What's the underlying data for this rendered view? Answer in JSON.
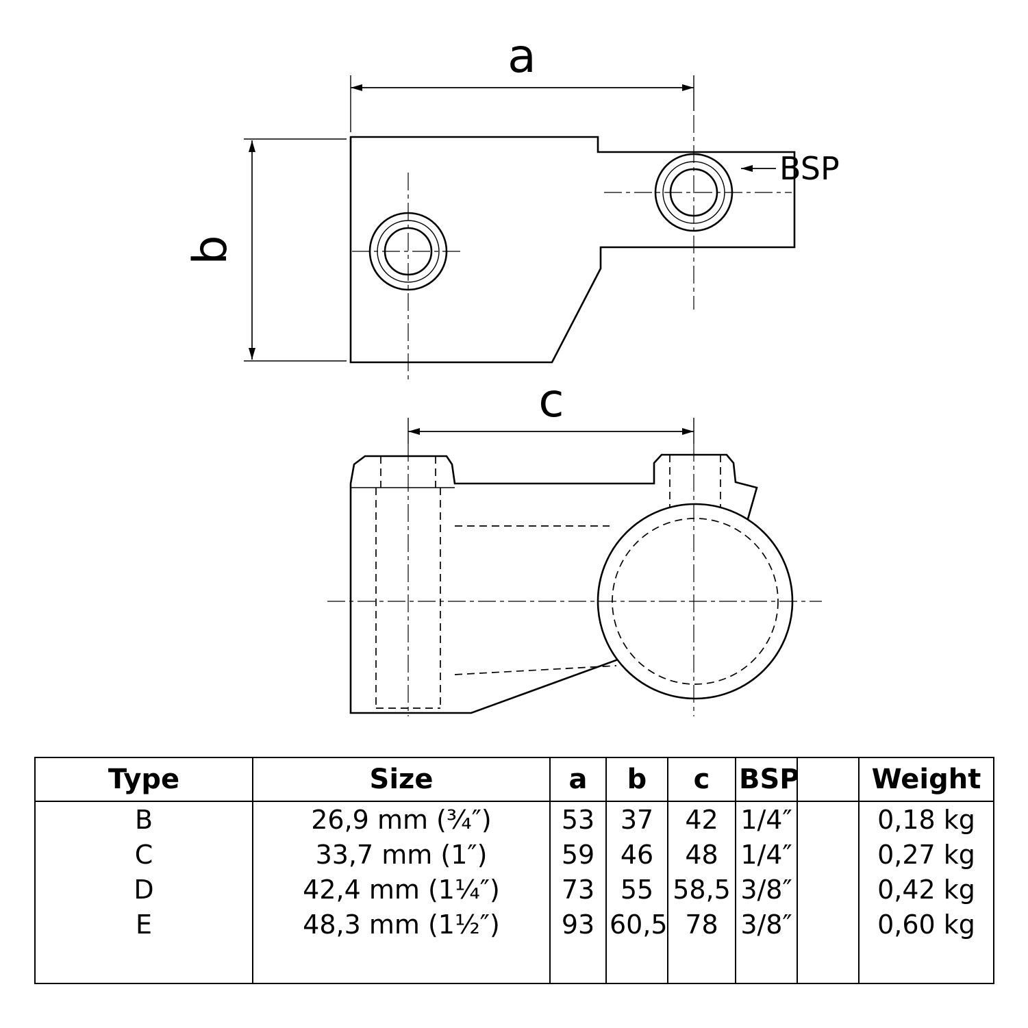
{
  "drawing": {
    "dim_a_label": "a",
    "dim_b_label": "b",
    "dim_c_label": "c",
    "bsp_label": "BSP"
  },
  "table": {
    "headers": [
      "Type",
      "Size",
      "a",
      "b",
      "c",
      "BSP",
      "",
      "Weight"
    ],
    "rows": [
      {
        "type": "B",
        "size": "26,9 mm (¾″)",
        "a": "53",
        "b": "37",
        "c": "42",
        "bsp": "1/4″",
        "spare": "",
        "weight": "0,18 kg"
      },
      {
        "type": "C",
        "size": "33,7 mm (1″)",
        "a": "59",
        "b": "46",
        "c": "48",
        "bsp": "1/4″",
        "spare": "",
        "weight": "0,27 kg"
      },
      {
        "type": "D",
        "size": "42,4 mm (1¼″)",
        "a": "73",
        "b": "55",
        "c": "58,5",
        "bsp": "3/8″",
        "spare": "",
        "weight": "0,42 kg"
      },
      {
        "type": "E",
        "size": "48,3 mm (1½″)",
        "a": "93",
        "b": "60,5",
        "c": "78",
        "bsp": "3/8″",
        "spare": "",
        "weight": "0,60 kg"
      }
    ]
  }
}
